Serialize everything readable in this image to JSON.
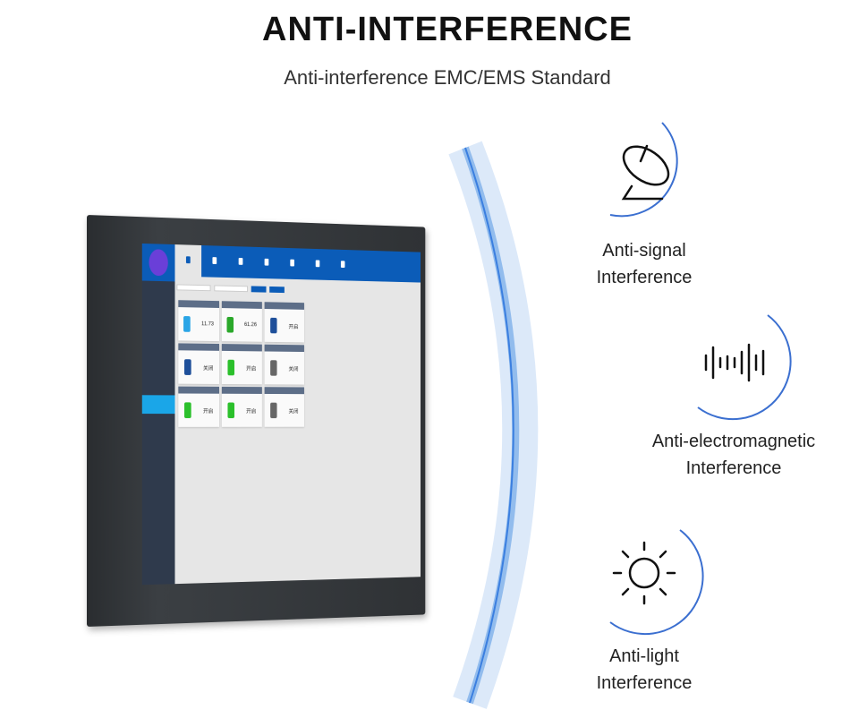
{
  "header": {
    "title": "ANTI-INTERFERENCE",
    "subtitle": "Anti-interference EMC/EMS Standard"
  },
  "features": [
    {
      "icon": "satellite-dish-icon",
      "line1": "Anti-signal",
      "line2": "Interference"
    },
    {
      "icon": "waveform-icon",
      "line1": "Anti-electromagnetic",
      "line2": "Interference"
    },
    {
      "icon": "sun-icon",
      "line1": "Anti-light",
      "line2": "Interference"
    }
  ],
  "screen": {
    "cards": [
      {
        "value": "11.73",
        "icon": "gauge",
        "color": "#2aa5e6"
      },
      {
        "value": "61.26",
        "icon": "level",
        "color": "#2aa82a"
      },
      {
        "value": "开启",
        "icon": "fan",
        "color": "#1e4f9a"
      },
      {
        "value": "关闭",
        "icon": "fan",
        "color": "#1e4f9a"
      },
      {
        "value": "开启",
        "icon": "valve",
        "color": "#2bc02b"
      },
      {
        "value": "关闭",
        "icon": "valve",
        "color": "#666666"
      },
      {
        "value": "开启",
        "icon": "valve",
        "color": "#2bc02b"
      },
      {
        "value": "开启",
        "icon": "valve",
        "color": "#2bc02b"
      },
      {
        "value": "关闭",
        "icon": "valve",
        "color": "#666666"
      }
    ]
  },
  "colors": {
    "accent": "#3b6fd0",
    "screen_blue": "#0b5cb8"
  }
}
